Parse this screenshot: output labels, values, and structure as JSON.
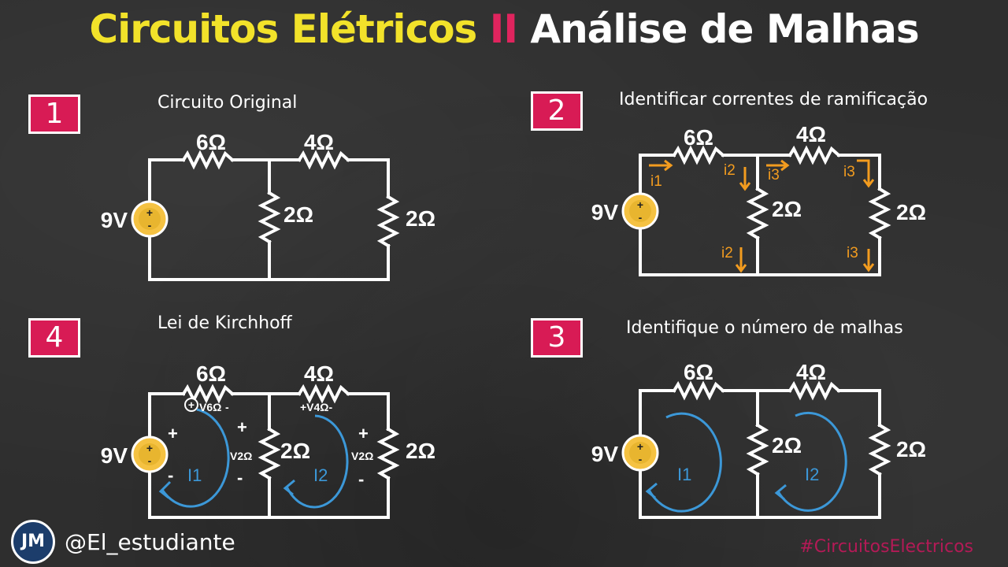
{
  "header": {
    "title_part1": "Circuitos Elétricos",
    "separator": "II",
    "title_part2": "Análise de Malhas"
  },
  "panels": [
    {
      "number": "1",
      "caption": "Circuito Original"
    },
    {
      "number": "2",
      "caption": "Identificar correntes de ramificação"
    },
    {
      "number": "3",
      "caption": "Identifique o número de malhas"
    },
    {
      "number": "4",
      "caption": "Lei de Kirchhoff"
    }
  ],
  "circuit": {
    "source": "9V",
    "r_top_left": "6Ω",
    "r_top_right": "4Ω",
    "r_middle": "2Ω",
    "r_right": "2Ω",
    "plus": "+",
    "minus": "-"
  },
  "branch_currents": {
    "i1": "i1",
    "i2": "i2",
    "i3": "i3"
  },
  "mesh_currents": {
    "I1": "I1",
    "I2": "I2"
  },
  "kirchhoff": {
    "v6": "V6Ω",
    "v4": "+V4Ω-",
    "v2": "V2Ω"
  },
  "footer": {
    "logo": "JM",
    "handle": "@El_estudiante",
    "hashtag": "#CircuitosElectricos"
  },
  "colors": {
    "background": "#2e2e2e",
    "title_yellow": "#f2e22a",
    "accent_pink": "#d81b55",
    "current_orange": "#f39c1f",
    "mesh_blue": "#3c98d8",
    "source_yellow": "#f5c242"
  }
}
